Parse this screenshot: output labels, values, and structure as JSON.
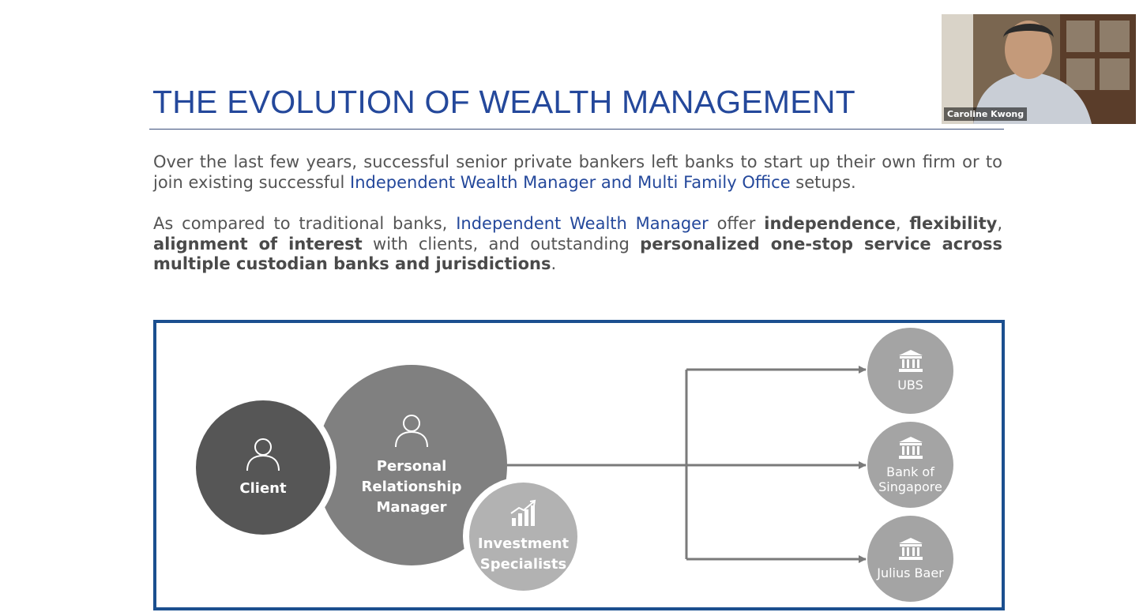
{
  "slide": {
    "title": "THE EVOLUTION OF WEALTH MANAGEMENT",
    "paragraph1": {
      "part1": "Over the last few years, successful senior private bankers left banks to start up their own firm or to join existing successful ",
      "highlight": "Independent Wealth Manager and Multi Family Office",
      "part2": " setups."
    },
    "paragraph2": {
      "part1": "As compared to traditional banks, ",
      "highlight": "Independent Wealth Manager",
      "part2": " offer ",
      "bold1": "independence",
      "sep1": ", ",
      "bold2": "flexibility",
      "sep2": ", ",
      "bold3": "alignment of interest",
      "part3": " with clients, and outstanding ",
      "bold4": "personalized one-stop service across multiple custodian banks and jurisdictions",
      "end": "."
    }
  },
  "diagram": {
    "client_label": "Client",
    "prm_label": [
      "Personal",
      "Relationship",
      "Manager"
    ],
    "investment_label": [
      "Investment",
      "Specialists"
    ],
    "banks": [
      {
        "lines": [
          "UBS"
        ]
      },
      {
        "lines": [
          "Bank of",
          "Singapore"
        ]
      },
      {
        "lines": [
          "Julius Baer"
        ]
      }
    ]
  },
  "video": {
    "participant_name": "Caroline Kwong"
  },
  "colors": {
    "title": "#24489b",
    "frame": "#1b4f8f",
    "client": "#565656",
    "prm": "#808080",
    "investment": "#b2b2b2",
    "bank": "#a4a4a4"
  }
}
